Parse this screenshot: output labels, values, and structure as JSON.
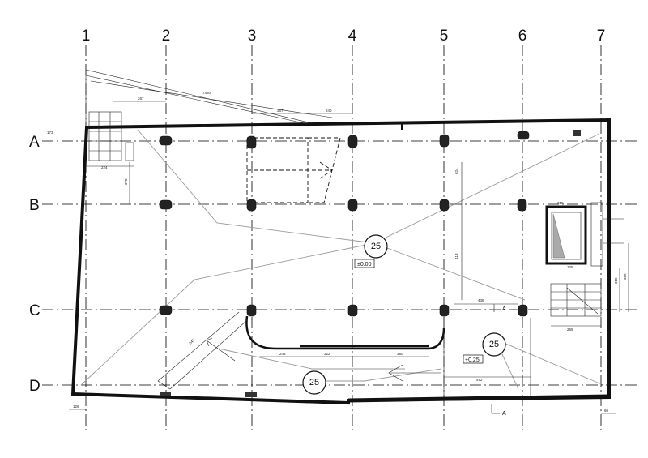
{
  "axes": {
    "columns": [
      "1",
      "2",
      "3",
      "4",
      "5",
      "6",
      "7"
    ],
    "rows": [
      "A",
      "B",
      "C",
      "D"
    ]
  },
  "slopes": {
    "upper": "25",
    "right": "25",
    "lower": "25"
  },
  "levels": {
    "main": "±0.00",
    "right": "+0.25"
  },
  "section_marker": "A",
  "dimensions": {
    "top_long": "7480",
    "top_a": "267",
    "top_b": "367",
    "top_c": "240",
    "left_a": "173",
    "left_b": "378",
    "side_a": "224",
    "bottom_left": "126",
    "bottom_right": "60",
    "ramp_len": "645",
    "low_a": "245",
    "low_b": "322",
    "low_c": "380",
    "right_a": "492",
    "right_b": "436",
    "right_c": "265",
    "right_d": "310",
    "right_e": "360",
    "right_f": "315",
    "right_g": "125",
    "vert_a": "624",
    "vert_b": "413"
  }
}
